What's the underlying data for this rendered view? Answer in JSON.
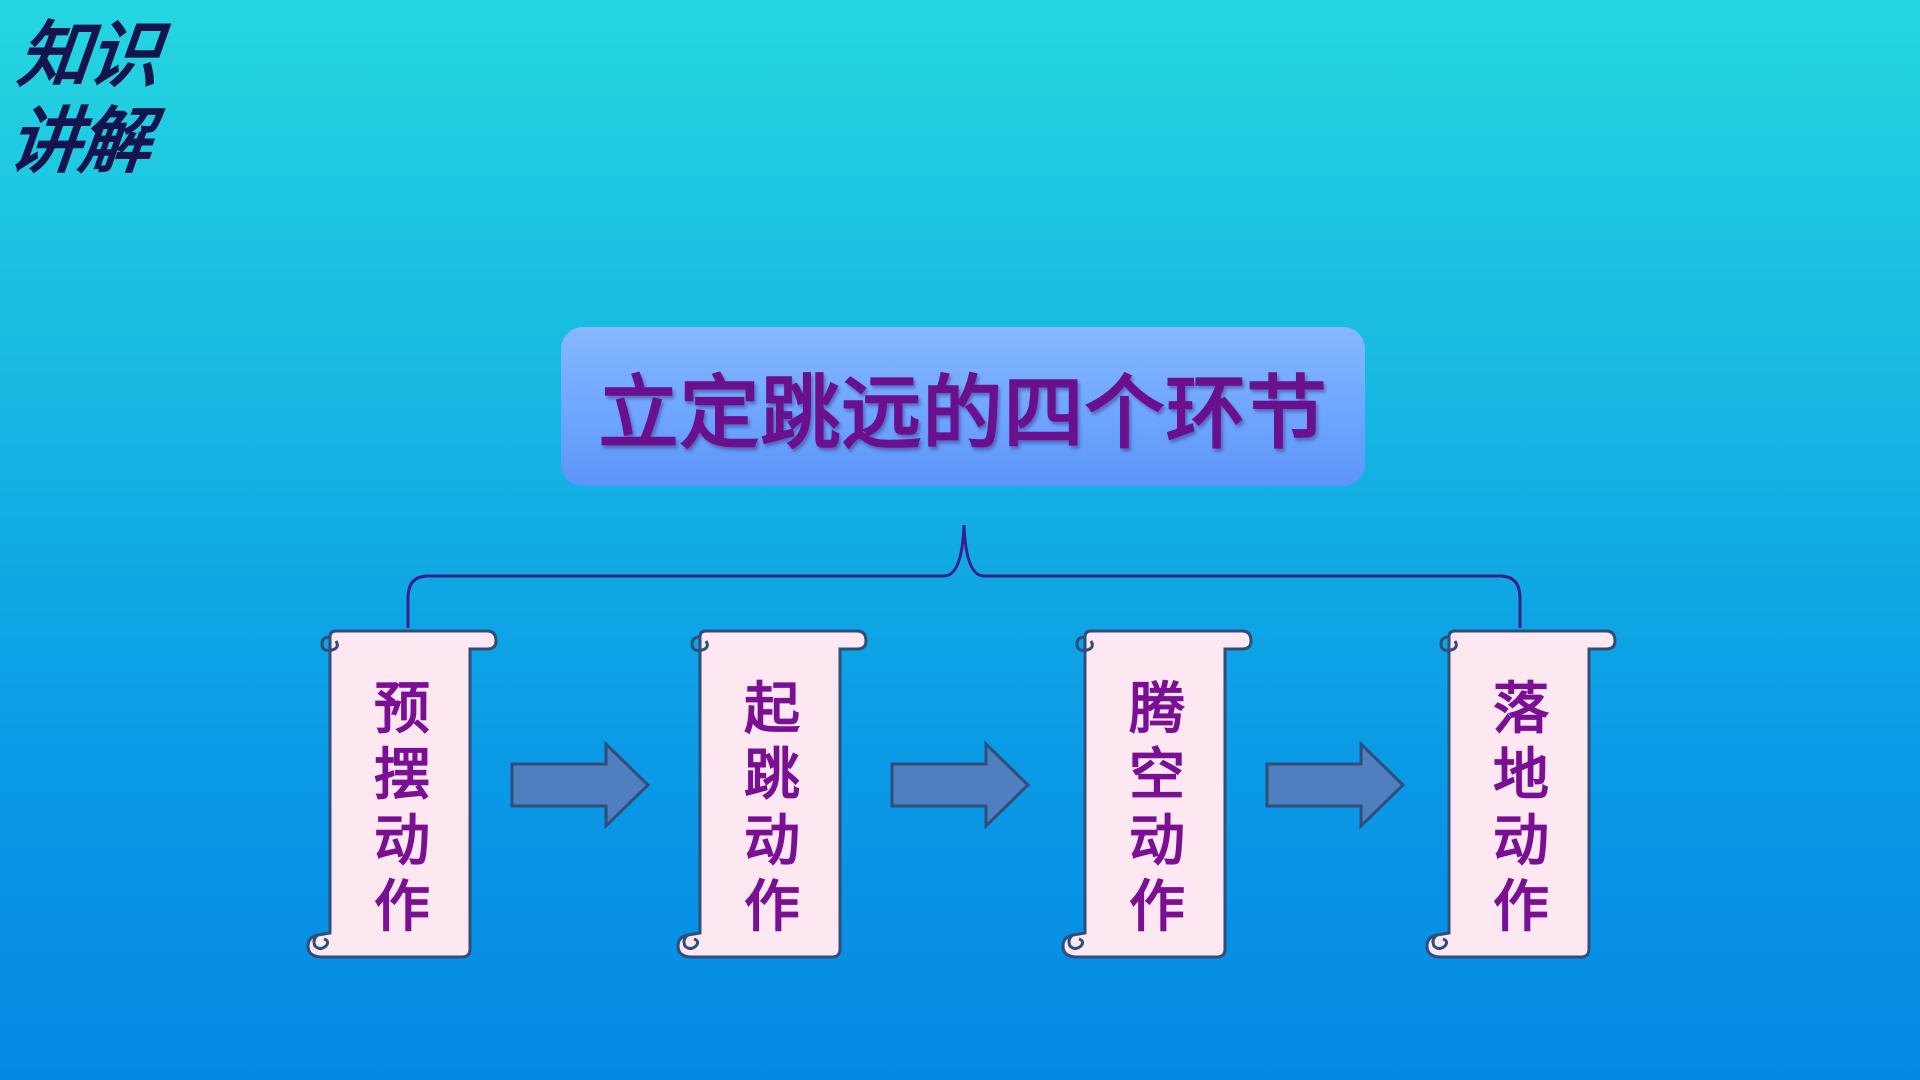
{
  "corner_label": {
    "line1": "知识",
    "line2": "讲解"
  },
  "title": "立定跳远的四个环节",
  "steps": [
    {
      "chars": [
        "预",
        "摆",
        "动",
        "作"
      ]
    },
    {
      "chars": [
        "起",
        "跳",
        "动",
        "作"
      ]
    },
    {
      "chars": [
        "腾",
        "空",
        "动",
        "作"
      ]
    },
    {
      "chars": [
        "落",
        "地",
        "动",
        "作"
      ]
    }
  ],
  "colors": {
    "title_text": "#6a0f8e",
    "step_text": "#7a0f93",
    "scroll_fill": "#fde7f0",
    "scroll_stroke": "#2f4e7a",
    "arrow_fill": "#4f7fbf",
    "connector": "#3b1d8c"
  }
}
